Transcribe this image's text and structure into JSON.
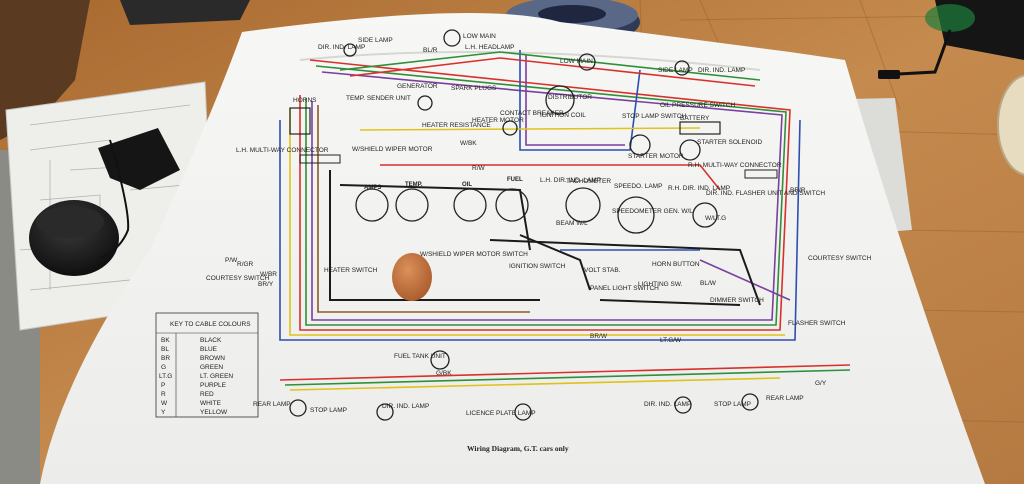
{
  "diagram": {
    "caption": "Wiring Diagram, G.T. cars only",
    "key": {
      "title": "KEY TO CABLE COLOURS",
      "rows": [
        {
          "code": "BK",
          "name": "BLACK"
        },
        {
          "code": "BL",
          "name": "BLUE"
        },
        {
          "code": "BR",
          "name": "BROWN"
        },
        {
          "code": "G",
          "name": "GREEN"
        },
        {
          "code": "LT.G",
          "name": "LT. GREEN"
        },
        {
          "code": "P",
          "name": "PURPLE"
        },
        {
          "code": "R",
          "name": "RED"
        },
        {
          "code": "W",
          "name": "WHITE"
        },
        {
          "code": "Y",
          "name": "YELLOW"
        }
      ]
    },
    "labels": {
      "horns": "HORNS",
      "generator": "GENERATOR",
      "spark_plugs": "SPARK PLUGS",
      "distributor": "DISTRIBUTOR",
      "contact_breaker": "CONTACT BREAKER",
      "ignition_coil": "IGNITION COIL",
      "temp_sender": "TEMP. SENDER UNIT",
      "heater_resistance": "HEATER RESISTANCE",
      "heater_motor": "HEATER MOTOR",
      "wshield_wiper_motor": "W/SHIELD WIPER MOTOR",
      "lh_connector": "L.H. MULTI-WAY CONNECTOR",
      "rh_connector": "R.H. MULTI-WAY CONNECTOR",
      "lh_headlamp": "L.H. HEADLAMP",
      "low_main_l": "LOW MAIN",
      "low_main_r": "LOW MAIN",
      "dir_ind_lamp_fl": "DIR. IND. LAMP",
      "side_lamp_fl": "SIDE LAMP",
      "side_lamp_fr": "SIDE LAMP",
      "dir_ind_lamp_fr": "DIR. IND. LAMP",
      "oil_pressure_switch": "OIL PRESSURE SWITCH",
      "stop_lamp_switch": "STOP LAMP SWITCH",
      "battery": "BATTERY",
      "starter_solenoid": "STARTER SOLENOID",
      "starter_motor": "STARTER MOTOR",
      "amps": "AMPS",
      "temp": "TEMP.",
      "oil": "OIL",
      "fuel": "FUEL",
      "tachometer": "TACHOMETER",
      "lh_dir_ind_lamp": "L.H. DIR. IND. LAMP",
      "speedo_lamp": "SPEEDO. LAMP",
      "rh_dir_ind_lamp": "R.H. DIR. IND. LAMP",
      "speedometer_gen": "SPEEDOMETER GEN. W/L",
      "beam_wl": "BEAM W/L",
      "flasher_unit": "DIR. IND. FLASHER UNIT AND SWITCH",
      "wshield_wiper_switch": "W/SHIELD WIPER MOTOR SWITCH",
      "heater_switch": "HEATER SWITCH",
      "ignition_switch": "IGNITION SWITCH",
      "volt_stab": "VOLT STAB.",
      "panel_light_switch": "PANEL LIGHT SWITCH",
      "horn_button": "HORN BUTTON",
      "lighting_sw": "LIGHTING SW.",
      "dimmer_switch": "DIMMER SWITCH",
      "flasher_switch": "FLASHER SWITCH",
      "courtesy_switch_l": "COURTESY SWITCH",
      "courtesy_switch_r": "COURTESY SWITCH",
      "fuel_tank_unit": "FUEL TANK UNIT",
      "rear_lamp_l": "REAR LAMP",
      "stop_lamp_l": "STOP LAMP",
      "dir_ind_lamp_rl": "DIR. IND. LAMP",
      "licence_plate_lamp": "LICENCE PLATE LAMP",
      "dir_ind_lamp_rr": "DIR. IND. LAMP",
      "stop_lamp_r": "STOP LAMP",
      "rear_lamp_r": "REAR LAMP"
    },
    "wire_codes": {
      "bl_r": "BL/R",
      "r_w": "R/W",
      "w_bk": "W/BK",
      "br_w": "BR/W",
      "p_w": "P/W",
      "g_bk": "G/BK",
      "lt_g_w": "LT.G/W",
      "g_y": "G/Y",
      "bl_w": "BL/W",
      "r_gr": "R/GR",
      "w_lt_g": "W/LT.G",
      "br_r": "BR/R",
      "w_br": "W/BR",
      "br_y": "BR/Y"
    }
  },
  "colors": {
    "paper": "#f4f4f2",
    "table_wood": "#b97c43",
    "wire_red": "#d8312c",
    "wire_green": "#2f8f3a",
    "wire_purple": "#7a3fa0",
    "wire_blue": "#2d4fb0",
    "wire_yellow": "#e0c21a",
    "wire_black": "#1b1b1b",
    "wire_brown": "#8a5a2b",
    "egg": "#c2703a"
  },
  "objects": [
    "egg",
    "black-puck",
    "phone",
    "tape-roll",
    "usb-cable",
    "straw-hat",
    "paper-sheet"
  ]
}
